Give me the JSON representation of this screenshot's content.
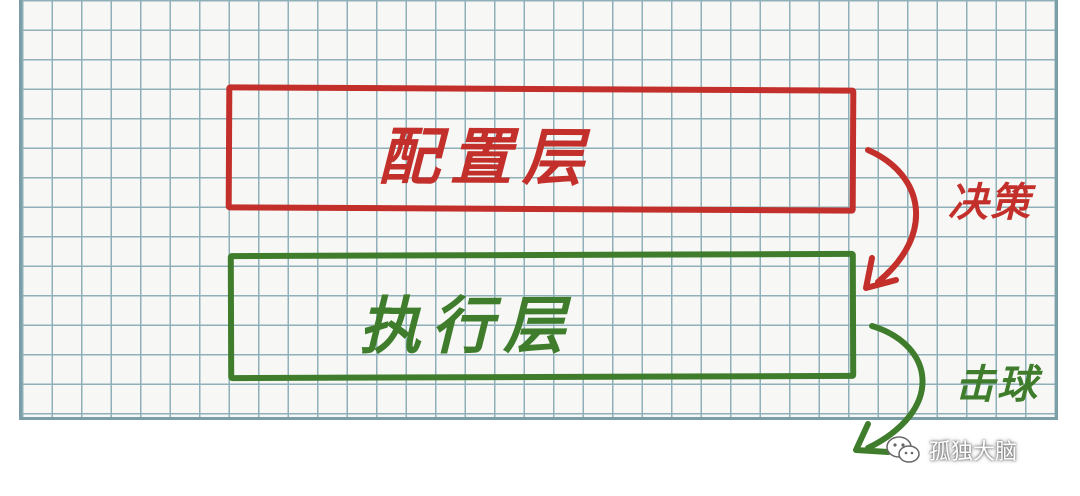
{
  "diagram": {
    "boxes": [
      {
        "id": "config",
        "label": "配置层",
        "color": "#c3302b"
      },
      {
        "id": "exec",
        "label": "执行层",
        "color": "#3f7d2c"
      }
    ],
    "arrows": [
      {
        "from": "config",
        "to": "exec",
        "label": "决策",
        "color": "#c3302b"
      },
      {
        "from": "exec",
        "to": "outside",
        "label": "击球",
        "color": "#3f7d2c"
      }
    ]
  },
  "watermark": {
    "text": "孤独大脑",
    "icon": "wechat-icon"
  }
}
